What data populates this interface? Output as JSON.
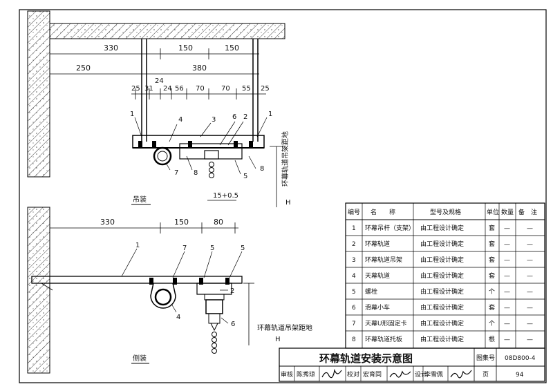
{
  "top_view": {
    "caption": "吊装",
    "dims_row1": [
      "330",
      "150",
      "150"
    ],
    "dims_row2": [
      "250",
      "380"
    ],
    "dims_row3": [
      "25",
      "31",
      "24",
      "56",
      "70",
      "70",
      "55",
      "25"
    ],
    "dim_24_upper": "24",
    "callouts": [
      "1",
      "4",
      "3",
      "6",
      "2",
      "1",
      "7",
      "8",
      "5",
      "8"
    ],
    "gap_dim": "15+0.5",
    "height_label": "环幕轨道吊架距地",
    "height_sym": "H"
  },
  "side_view": {
    "caption": "侧装",
    "dims": [
      "330",
      "150",
      "80"
    ],
    "callouts": [
      "1",
      "7",
      "5",
      "5",
      "2",
      "4",
      "6"
    ],
    "height_label": "环幕轨道吊架距地",
    "height_sym": "H"
  },
  "parts_table": {
    "headers": [
      "编号",
      "名　　称",
      "型号及规格",
      "单位",
      "数量",
      "备　注"
    ],
    "rows": [
      [
        "1",
        "环幕吊杆（支架）",
        "由工程设计确定",
        "套",
        "—",
        "—"
      ],
      [
        "2",
        "环幕轨道",
        "由工程设计确定",
        "套",
        "—",
        "—"
      ],
      [
        "3",
        "环幕轨道吊架",
        "由工程设计确定",
        "套",
        "—",
        "—"
      ],
      [
        "4",
        "天幕轨道",
        "由工程设计确定",
        "套",
        "—",
        "—"
      ],
      [
        "5",
        "螺栓",
        "由工程设计确定",
        "个",
        "—",
        "—"
      ],
      [
        "6",
        "滑幕小车",
        "由工程设计确定",
        "套",
        "—",
        "—"
      ],
      [
        "7",
        "天幕U形固定卡",
        "由工程设计确定",
        "个",
        "—",
        "—"
      ],
      [
        "8",
        "环幕轨道托板",
        "由工程设计确定",
        "根",
        "—",
        "—"
      ]
    ]
  },
  "title_block": {
    "title": "环幕轨道安装示意图",
    "atlas_label": "图集号",
    "atlas_no": "08D800-4",
    "review_label": "审核",
    "reviewer": "陈秀琼",
    "check_label": "校对",
    "checker": "宏育同",
    "design_label": "设计",
    "designer": "李雪佩",
    "page_label": "页",
    "page_no": "94"
  }
}
